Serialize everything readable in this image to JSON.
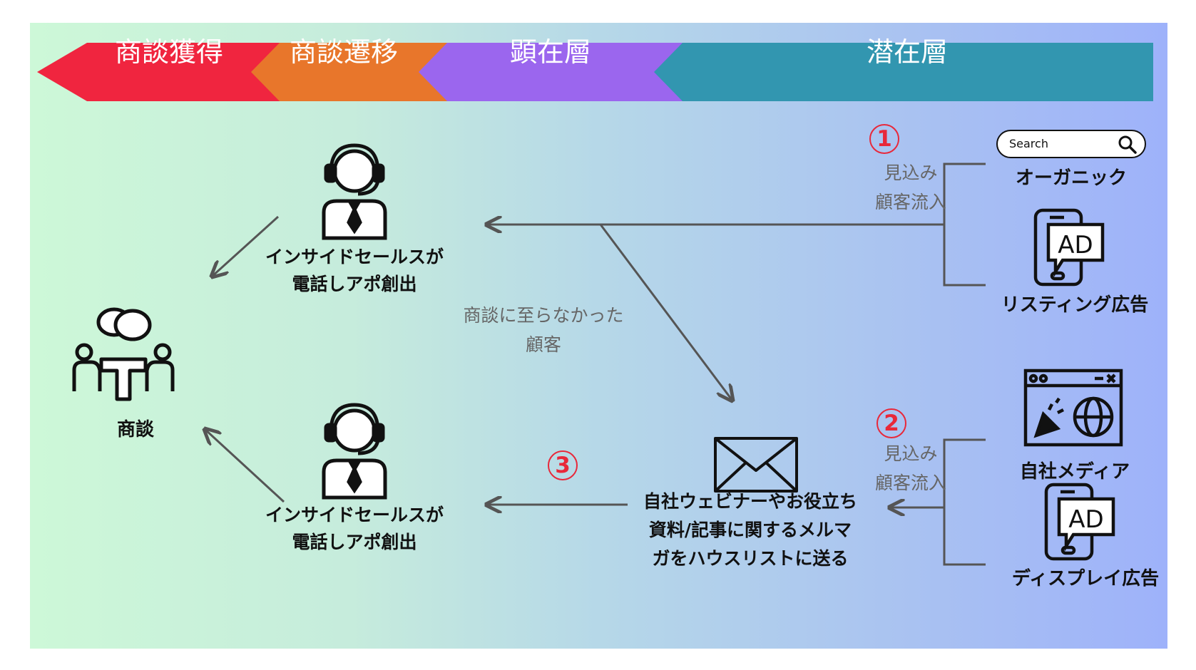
{
  "stages": [
    {
      "label": "商談獲得",
      "color": "#f0253f"
    },
    {
      "label": "商談遷移",
      "color": "#e8762b"
    },
    {
      "label": "顕在層",
      "color": "#9b66ee"
    },
    {
      "label": "潜在層",
      "color": "#3296b0"
    }
  ],
  "meeting": {
    "label": "商談"
  },
  "inside_sales_top": {
    "line1": "インサイドセールスが",
    "line2": "電話しアポ創出"
  },
  "inside_sales_bottom": {
    "line1": "インサイドセールスが",
    "line2": "電話しアポ創出"
  },
  "not_converted": {
    "line1": "商談に至らなかった",
    "line2": "顧客"
  },
  "newsletter": {
    "line1": "自社ウェビナーやお役立ち",
    "line2": "資料/記事に関するメルマ",
    "line3": "ガをハウスリストに送る"
  },
  "inflow_1": {
    "marker": "1",
    "line1": "見込み",
    "line2": "顧客流入"
  },
  "inflow_2": {
    "marker": "2",
    "line1": "見込み",
    "line2": "顧客流入"
  },
  "marker_3": "3",
  "channels": {
    "organic": {
      "label": "オーガニック",
      "search_placeholder": "Search"
    },
    "listing_ad": {
      "label": "リスティング広告",
      "badge": "AD"
    },
    "owned_media": {
      "label": "自社メディア"
    },
    "display_ad": {
      "label": "ディスプレイ広告",
      "badge": "AD"
    }
  },
  "colors": {
    "accent_marker": "#e8283a",
    "arrow": "#555555"
  }
}
